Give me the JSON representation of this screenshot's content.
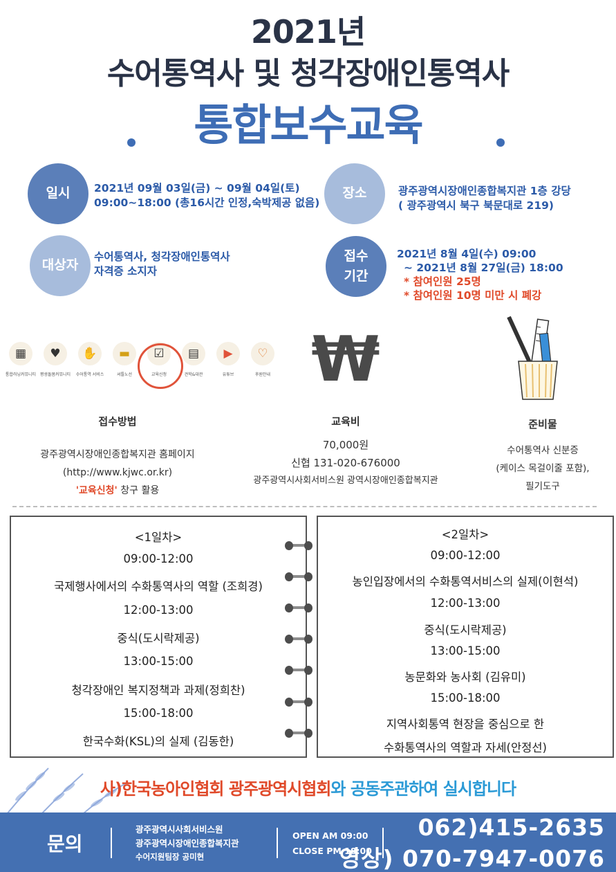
{
  "header": {
    "year_title": "2021년",
    "subtitle": "수어통역사 및 청각장애인통역사",
    "main_title": "통합보수교육"
  },
  "info": {
    "date": {
      "label": "일시",
      "line1": "2021년 09월 03일(금) ~ 09월 04일(토)",
      "line2": "09:00~18:00 (총16시간 인정,숙박제공 없음)"
    },
    "place": {
      "label": "장소",
      "line1": "광주광역시장애인종합복지관 1층 강당",
      "line2": "( 광주광역시 북구 북문대로 219)"
    },
    "target": {
      "label": "대상자",
      "line1": "수어통역사, 청각장애인통역사",
      "line2": "자격증 소지자"
    },
    "period": {
      "label_line1": "접수",
      "label_line2": "기간",
      "line1": "2021년 8월   4일(수) 09:00",
      "line2": "~ 2021년 8월 27일(금) 18:00",
      "note1": "* 참여인원 25명",
      "note2": "* 참여인원 10명 미만 시 폐강"
    }
  },
  "icon_strip": [
    {
      "icon": "grid-icon",
      "label": "통합러닝커뮤니티"
    },
    {
      "icon": "heart-hands-icon",
      "label": "평생돌봄커뮤니티"
    },
    {
      "icon": "hand-sign-icon",
      "label": "수어통역 서비스"
    },
    {
      "icon": "bus-icon",
      "label": "셔틀노선"
    },
    {
      "icon": "clipboard-icon",
      "label": "교육신청"
    },
    {
      "icon": "document-icon",
      "label": "견학&대관"
    },
    {
      "icon": "youtube-icon",
      "label": "유튜브"
    },
    {
      "icon": "heart-care-icon",
      "label": "후원안내"
    }
  ],
  "apply": {
    "title": "접수방법",
    "line1": "광주광역시장애인종합복지관 홈페이지",
    "line2": "(http://www.kjwc.or.kr)",
    "highlight": "'교육신청'",
    "line3_rest": " 창구 활용"
  },
  "fee": {
    "symbol": "₩",
    "title": "교육비",
    "amount": "70,000원",
    "account": "신협  131-020-676000",
    "holder": "광주광역시사회서비스원 광역시장애인종합복지관"
  },
  "prep": {
    "title": "준비물",
    "line1": "수어통역사 신분증",
    "line2": "(케이스 목걸이줄 포함),",
    "line3": "필기도구"
  },
  "day1": {
    "title": "<1일차>",
    "rows": [
      "09:00-12:00",
      "국제행사에서의 수화통역사의 역할 (조희경)",
      "12:00-13:00",
      "중식(도시락제공)",
      "13:00-15:00",
      "청각장애인 복지정책과 과제(정희찬)",
      "15:00-18:00",
      "한국수화(KSL)의 실제 (김동한)"
    ]
  },
  "day2": {
    "title": "<2일차>",
    "rows": [
      "09:00-12:00",
      "농인입장에서의 수화통역서비스의 실제(이현석)",
      "12:00-13:00",
      "중식(도시락제공)",
      "13:00-15:00",
      "농문화와 농사회 (김유미)",
      "15:00-18:00",
      "지역사회통역 현장을 중심으로 한",
      "수화통역사의 역할과 자세(안정선)"
    ]
  },
  "banner": {
    "part1": "사)한국농아인협회 광주광역시협회",
    "part2": "와 공동주관하여 실시합니다"
  },
  "footer": {
    "label": "문의",
    "org1": "광주광역시사회서비스원",
    "org2": "광주광역시장애인종합복지관",
    "team": "수어지원팀장 공미현",
    "open": "OPEN   AM 09:00",
    "close": "CLOSE  PM 18:00",
    "phone": "062)415-2635",
    "video_phone": "영상) 070-7947-0076"
  },
  "colors": {
    "navy": "#2a3347",
    "blue": "#3e6db5",
    "accent": "#e04a2a",
    "footer_bg": "#4470b2"
  }
}
